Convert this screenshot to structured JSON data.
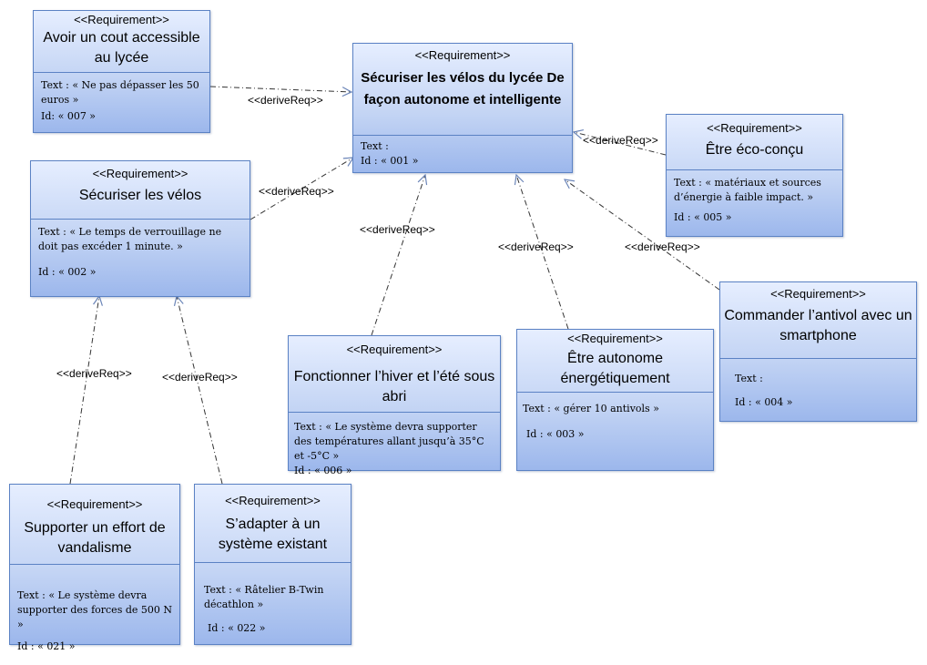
{
  "requirements": [
    {
      "key": "r000",
      "stereotype": "<<Requirement>>",
      "title": "Avoir un cout accessible au lycée",
      "text": "Text : « Ne pas dépasser les 50 euros »",
      "id": "Id: « 007 »"
    },
    {
      "key": "r001",
      "stereotype": "<<Requirement>>",
      "title": "Sécuriser les vélos du lycée De façon autonome et intelligente",
      "text": "Text :",
      "id": "Id : « 001 »"
    },
    {
      "key": "r005",
      "stereotype": "<<Requirement>>",
      "title": "Être éco-conçu",
      "text": "Text : « matériaux et sources d’énergie à faible impact. »",
      "id": "Id : « 005 »"
    },
    {
      "key": "r002",
      "stereotype": "<<Requirement>>",
      "title": "Sécuriser les vélos",
      "text": "Text : « Le temps de verrouillage ne doit pas excéder 1 minute. »",
      "id": "Id : « 002 »"
    },
    {
      "key": "r004",
      "stereotype": "<<Requirement>>",
      "title": "Commander l’antivol avec un smartphone",
      "text": "Text :",
      "id": "Id : « 004 »"
    },
    {
      "key": "r006",
      "stereotype": "<<Requirement>>",
      "title": "Fonctionner l’hiver et l’été sous abri",
      "text": "Text : « Le système devra supporter des températures allant jusqu’à 35°C et -5°C »",
      "id": "Id : « 006 »"
    },
    {
      "key": "r003",
      "stereotype": "<<Requirement>>",
      "title": "Être autonome énergétiquement",
      "text": "Text : « gérer 10 antivols »",
      "id": "Id : « 003 »"
    },
    {
      "key": "r021",
      "stereotype": "<<Requirement>>",
      "title": "Supporter un effort de vandalisme",
      "text": "Text : « Le système devra supporter des forces de 500 N »",
      "id": "Id : « 021 »"
    },
    {
      "key": "r022",
      "stereotype": "<<Requirement>>",
      "title": "S’adapter à un système existant",
      "text": "Text : « Râtelier B-Twin décathlon »",
      "id": "Id : « 022 »"
    }
  ],
  "relations": [
    {
      "from": "r000",
      "to": "r001",
      "label": "<<deriveReq>>"
    },
    {
      "from": "r005",
      "to": "r001",
      "label": "<<deriveReq>>"
    },
    {
      "from": "r002",
      "to": "r001",
      "label": "<<deriveReq>>"
    },
    {
      "from": "r006",
      "to": "r001",
      "label": "<<deriveReq>>"
    },
    {
      "from": "r003",
      "to": "r001",
      "label": "<<deriveReq>>"
    },
    {
      "from": "r004",
      "to": "r001",
      "label": "<<deriveReq>>"
    },
    {
      "from": "r021",
      "to": "r002",
      "label": "<<deriveReq>>"
    },
    {
      "from": "r022",
      "to": "r002",
      "label": "<<deriveReq>>"
    }
  ]
}
